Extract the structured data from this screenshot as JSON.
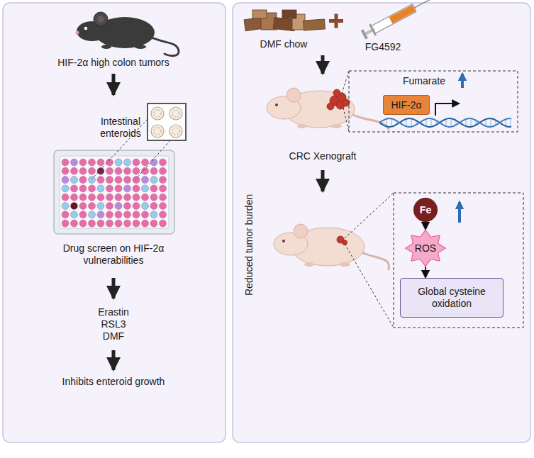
{
  "diagram": {
    "nodes": [
      {
        "text": [
          "HIF-2α"
        ]
      },
      {
        "text": [
          "Fe"
        ]
      },
      {
        "text": [
          "ROS"
        ]
      },
      {
        "text": [
          "Global cysteine oxidation"
        ]
      }
    ],
    "edges": [
      {
        "from": 1,
        "to": 2,
        "arrow": "to"
      },
      {
        "from": 2,
        "to": 3,
        "arrow": "to"
      }
    ],
    "labels": [
      "HIF-2α high colon tumors",
      "Intestinal enteroids",
      "Drug screen on HIF-2α vulnerabilities",
      "Erastin RSL3 DMF",
      "Inhibits enteroid growth",
      "DMF chow",
      "FG4592",
      "CRC Xenograft",
      "Reduced tumor burden",
      "Fumarate"
    ]
  }
}
